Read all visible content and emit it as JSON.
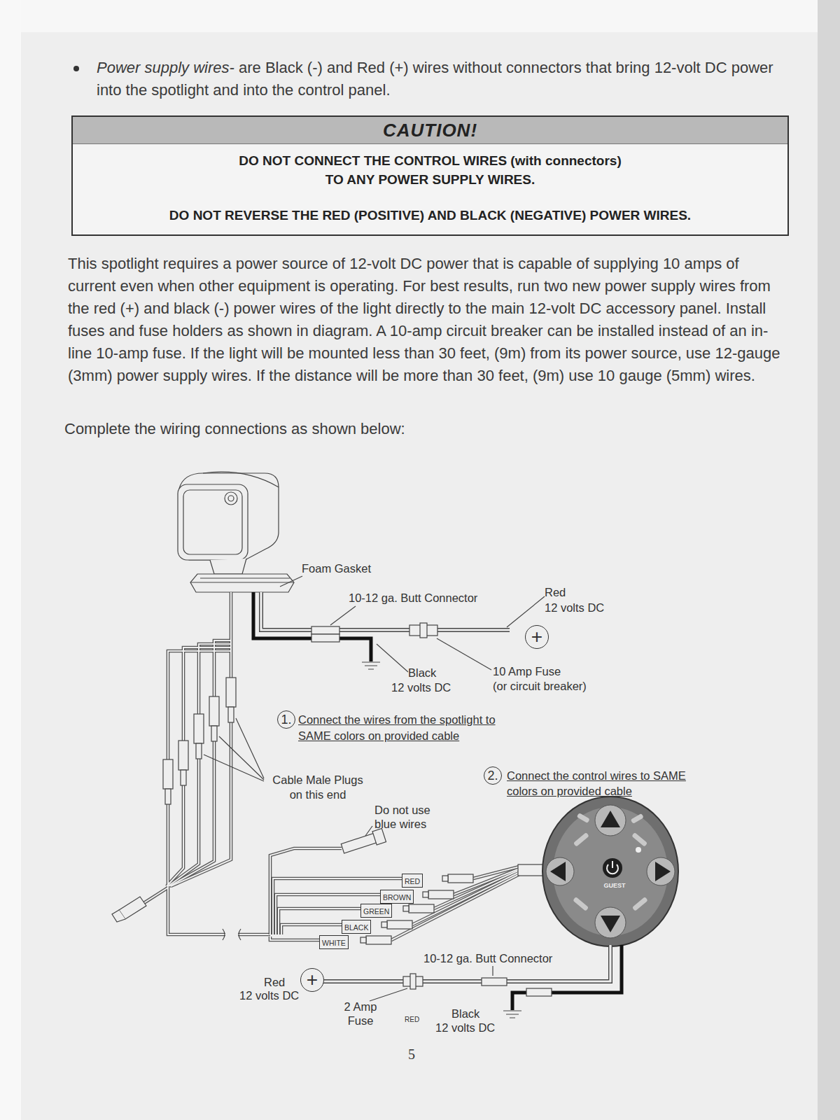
{
  "diagram": {
    "nodes": [
      {
        "text": [
          "CAUTION!",
          "DO NOT CONNECT THE CONTROL WIRES (with connectors) TO ANY POWER SUPPLY WIRES.",
          "DO NOT REVERSE THE RED (POSITIVE) AND BLACK (NEGATIVE) POWER WIRES."
        ]
      },
      {
        "text": [
          "+"
        ]
      },
      {
        "text": [
          "1."
        ]
      },
      {
        "text": [
          "2."
        ]
      },
      {
        "text": [
          "RED"
        ]
      },
      {
        "text": [
          "BROWN"
        ]
      },
      {
        "text": [
          "GREEN"
        ]
      },
      {
        "text": [
          "BLACK"
        ]
      },
      {
        "text": [
          "WHITE"
        ]
      },
      {
        "text": [
          "+"
        ]
      }
    ],
    "labels": [
      "Power supply wires-",
      "are Black (-) and Red (+) wires without connectors that bring 12-volt DC power into the spotlight and into the control panel.",
      "This spotlight requires a power source of 12-volt DC power that is capable of supplying 10 amps of current even when other equipment is operating. For best results, run two new power supply wires from the red (+) and black (-) power wires of the light directly to the main 12-volt DC accessory panel. Install fuses and fuse holders as shown in diagram. A 10-amp circuit breaker can be installed instead of an in-line 10-amp fuse. If the light will be mounted less than 30 feet, (9m) from its power source, use 12-gauge (3mm) power supply wires. If the distance will be more than 30 feet, (9m) use 10 gauge (5mm) wires.",
      "Complete the wiring connections as shown below:",
      "Foam Gasket",
      "10-12 ga. Butt Connector",
      "Red",
      "12 volts DC",
      "Black",
      "12 volts DC",
      "10 Amp Fuse",
      "(or circuit breaker)",
      "Connect the wires from the spotlight to SAME colors on provided cable",
      "Cable Male Plugs on this end",
      "Connect the control wires to SAME colors on provided cable",
      "Do not use blue wires",
      "GUEST",
      "10-12 ga. Butt Connector",
      "Red",
      "12 volts DC",
      "2 Amp Fuse",
      "RED",
      "Black",
      "12 volts DC",
      "5"
    ]
  }
}
